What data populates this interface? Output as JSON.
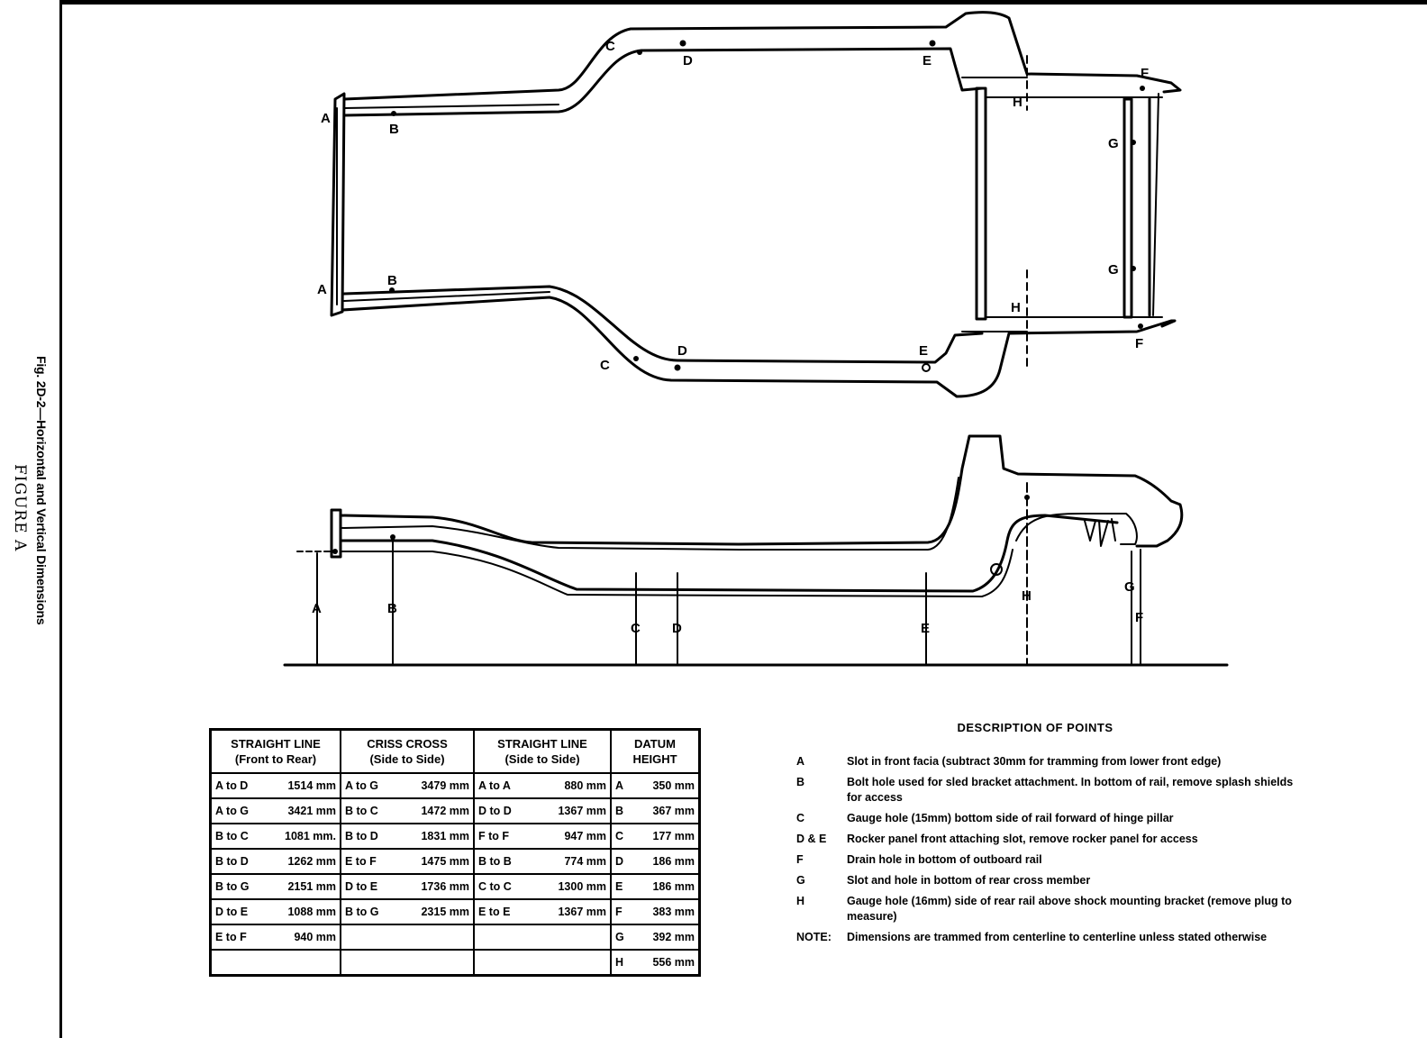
{
  "figure": {
    "caption": "Fig. 2D-2—Horizontal and Vertical Dimensions",
    "label": "FIGURE A"
  },
  "plan_view": {
    "points": [
      {
        "id": "A",
        "label": "A"
      },
      {
        "id": "A2",
        "label": "A"
      },
      {
        "id": "B",
        "label": "B"
      },
      {
        "id": "B2",
        "label": "B"
      },
      {
        "id": "C",
        "label": "C"
      },
      {
        "id": "C2",
        "label": "C"
      },
      {
        "id": "D",
        "label": "D"
      },
      {
        "id": "D2",
        "label": "D"
      },
      {
        "id": "E",
        "label": "E"
      },
      {
        "id": "E2",
        "label": "E"
      },
      {
        "id": "F",
        "label": "F"
      },
      {
        "id": "F2",
        "label": "F"
      },
      {
        "id": "G",
        "label": "G"
      },
      {
        "id": "G2",
        "label": "G"
      },
      {
        "id": "H",
        "label": "H"
      },
      {
        "id": "H2",
        "label": "H"
      }
    ]
  },
  "elevation_view": {
    "points": [
      "A",
      "B",
      "C",
      "D",
      "E",
      "H",
      "G",
      "F"
    ]
  },
  "table": {
    "headers": [
      [
        "STRAIGHT LINE",
        "(Front to Rear)"
      ],
      [
        "CRISS CROSS",
        "(Side to Side)"
      ],
      [
        "STRAIGHT LINE",
        "(Side to Side)"
      ],
      [
        "DATUM",
        "HEIGHT"
      ]
    ],
    "rows": [
      [
        [
          "A to D",
          "1514 mm"
        ],
        [
          "A to G",
          "3479 mm"
        ],
        [
          "A to A",
          "880 mm"
        ],
        [
          "A",
          "350 mm"
        ]
      ],
      [
        [
          "A to G",
          "3421 mm"
        ],
        [
          "B to C",
          "1472 mm"
        ],
        [
          "D to D",
          "1367 mm"
        ],
        [
          "B",
          "367 mm"
        ]
      ],
      [
        [
          "B to C",
          "1081 mm."
        ],
        [
          "B to D",
          "1831 mm"
        ],
        [
          "F to F",
          "947 mm"
        ],
        [
          "C",
          "177 mm"
        ]
      ],
      [
        [
          "B to D",
          "1262 mm"
        ],
        [
          "E to F",
          "1475 mm"
        ],
        [
          "B to B",
          "774 mm"
        ],
        [
          "D",
          "186 mm"
        ]
      ],
      [
        [
          "B to G",
          "2151 mm"
        ],
        [
          "D to E",
          "1736 mm"
        ],
        [
          "C to C",
          "1300 mm"
        ],
        [
          "E",
          "186 mm"
        ]
      ],
      [
        [
          "D to E",
          "1088 mm"
        ],
        [
          "B to G",
          "2315 mm"
        ],
        [
          "E to E",
          "1367 mm"
        ],
        [
          "F",
          "383 mm"
        ]
      ],
      [
        [
          "E to F",
          "940 mm"
        ],
        [
          "",
          ""
        ],
        [
          "",
          ""
        ],
        [
          "G",
          "392 mm"
        ]
      ],
      [
        [
          "",
          ""
        ],
        [
          "",
          ""
        ],
        [
          "",
          ""
        ],
        [
          "H",
          "556 mm"
        ]
      ]
    ]
  },
  "description": {
    "title": "DESCRIPTION OF POINTS",
    "items": [
      {
        "key": "A",
        "text": "Slot in front facia (subtract 30mm for tramming from lower front edge)"
      },
      {
        "key": "B",
        "text": "Bolt hole used for sled bracket attachment. In bottom of rail, remove splash shields for access"
      },
      {
        "key": "C",
        "text": "Gauge hole (15mm) bottom side of rail forward of hinge pillar"
      },
      {
        "key": "D & E",
        "text": "Rocker panel front attaching slot, remove rocker panel for access"
      },
      {
        "key": "F",
        "text": "Drain hole in bottom of outboard rail"
      },
      {
        "key": "G",
        "text": "Slot and hole in bottom of rear cross member"
      },
      {
        "key": "H",
        "text": "Gauge hole (16mm) side of rear rail above shock mounting bracket (remove plug to measure)"
      },
      {
        "key": "NOTE:",
        "text": "Dimensions are trammed from centerline to centerline unless stated otherwise"
      }
    ]
  }
}
